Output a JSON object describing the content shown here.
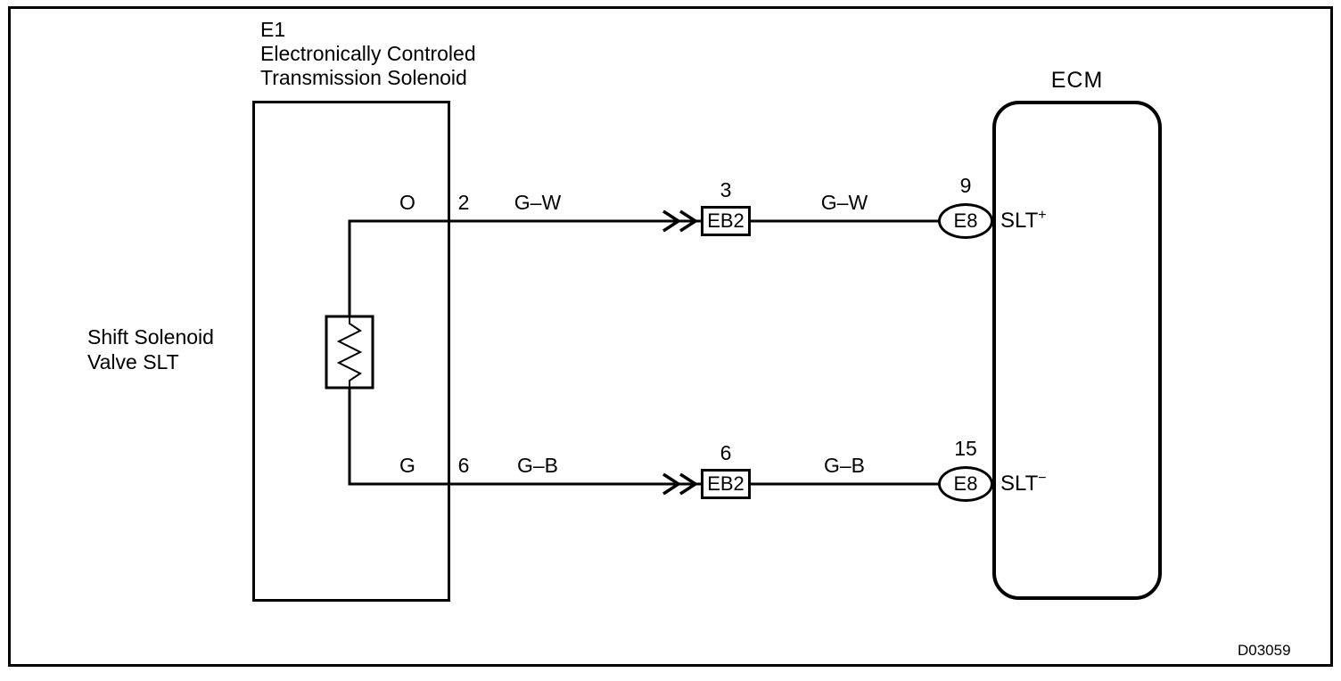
{
  "figure_id": "D03059",
  "solenoid": {
    "connector_code": "E1",
    "name_line1": "Electronically Controled",
    "name_line2": "Transmission Solenoid",
    "side_label_line1": "Shift Solenoid",
    "side_label_line2": "Valve SLT"
  },
  "ecm": {
    "label": "ECM"
  },
  "wires": [
    {
      "terminal": "O",
      "pin": "2",
      "wire_color_left": "G–W",
      "junction_pin": "3",
      "junction": "EB2",
      "wire_color_right": "G–W",
      "ecm_pin": "9",
      "ecm_connector": "E8",
      "signal_base": "SLT",
      "signal_sign": "+"
    },
    {
      "terminal": "G",
      "pin": "6",
      "wire_color_left": "G–B",
      "junction_pin": "6",
      "junction": "EB2",
      "wire_color_right": "G–B",
      "ecm_pin": "15",
      "ecm_connector": "E8",
      "signal_base": "SLT",
      "signal_sign": "−"
    }
  ]
}
